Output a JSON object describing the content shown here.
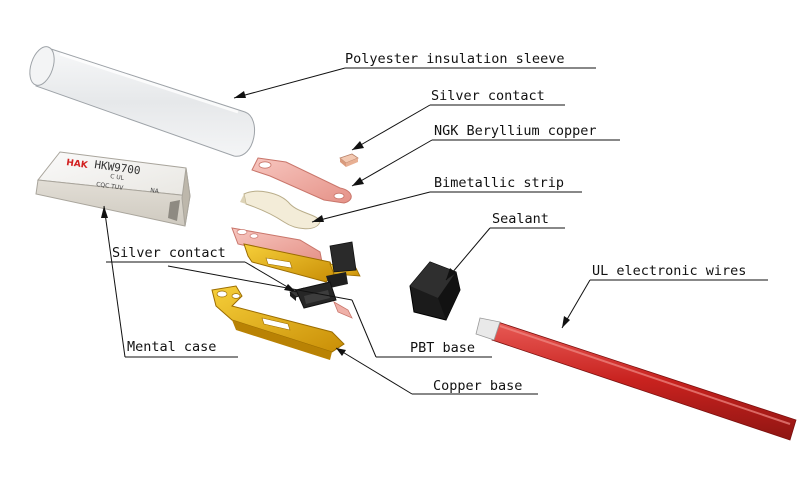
{
  "diagram": {
    "labels": {
      "sleeve": "Polyester insulation sleeve",
      "silver_contact_top": "Silver contact",
      "beryllium": "NGK Beryllium copper",
      "bimetallic": "Bimetallic strip",
      "sealant": "Sealant",
      "wires": "UL electronic wires",
      "silver_contact_left": "Silver contact",
      "case": "Mental case",
      "pbt": "PBT base",
      "copper_base": "Copper base"
    },
    "case_markings": {
      "brand": "HAK",
      "model": "HKW9700",
      "line2": "C UL",
      "line3": "CQC TUV",
      "line4": "NA"
    }
  },
  "colors": {
    "copper": "#f0a9a2",
    "gold": "#e0aa10",
    "wire": "#cc2a2a",
    "sealant": "#1b1b1b",
    "sleeve": "#eef0f2"
  }
}
